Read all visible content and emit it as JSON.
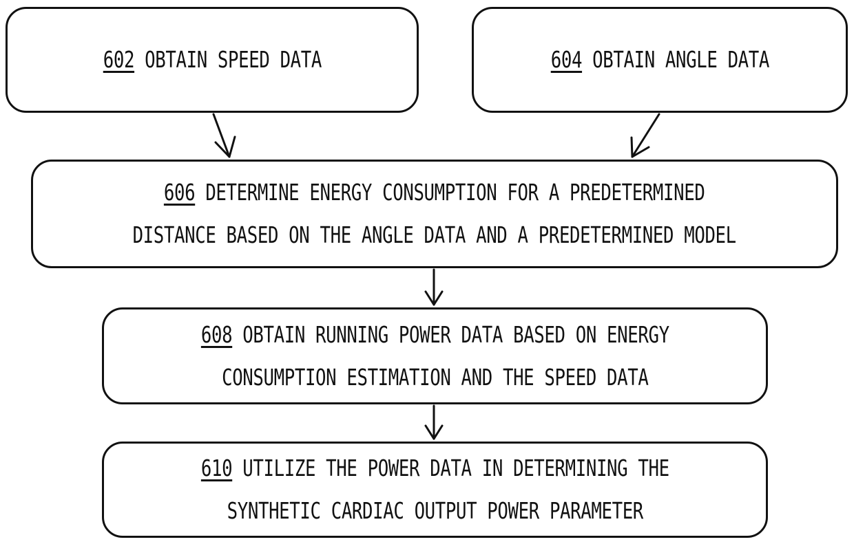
{
  "steps": {
    "s602": {
      "ref": "602",
      "lines": [
        "OBTAIN SPEED DATA"
      ]
    },
    "s604": {
      "ref": "604",
      "lines": [
        "OBTAIN ANGLE DATA"
      ]
    },
    "s606": {
      "ref": "606",
      "lines": [
        "DETERMINE ENERGY CONSUMPTION FOR A PREDETERMINED",
        "DISTANCE BASED ON THE ANGLE DATA AND A PREDETERMINED MODEL"
      ]
    },
    "s608": {
      "ref": "608",
      "lines": [
        "OBTAIN RUNNING POWER DATA BASED ON ENERGY",
        "CONSUMPTION ESTIMATION AND THE SPEED DATA"
      ]
    },
    "s610": {
      "ref": "610",
      "lines": [
        "UTILIZE THE POWER DATA IN DETERMINING THE",
        "SYNTHETIC CARDIAC OUTPUT POWER PARAMETER"
      ]
    }
  },
  "edges": [
    {
      "from": "602",
      "to": "606"
    },
    {
      "from": "604",
      "to": "606"
    },
    {
      "from": "606",
      "to": "608"
    },
    {
      "from": "608",
      "to": "610"
    }
  ],
  "colors": {
    "stroke": "#111111",
    "background": "#ffffff"
  }
}
